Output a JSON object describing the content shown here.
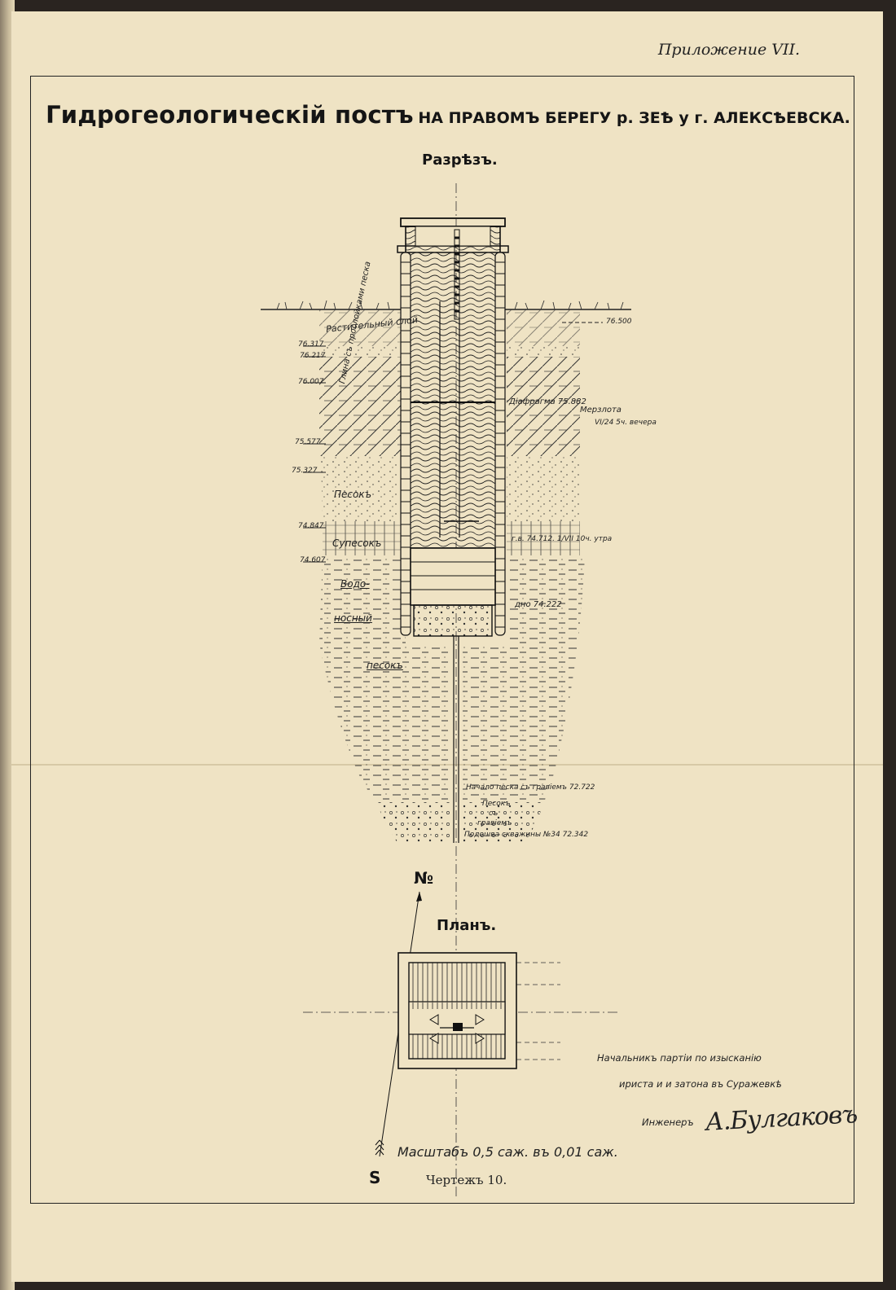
{
  "appendix": "Приложение VII.",
  "title": {
    "main": "Гидрогеологическій постъ",
    "rest": "НА ПРАВОМЪ БЕРЕГУ р. ЗЕѢ у г. АЛЕКСѢЕВСКА."
  },
  "section_heading": "Разрѣзъ.",
  "plan_heading": "Планъ.",
  "north_label": "№",
  "south_label": "S",
  "scale_label": "Масштабъ 0,5 саж. въ 0,01 саж.",
  "drawing_number": "Чертежъ 10.",
  "signature_block": {
    "line1": "Начальникъ партiи по изысканію",
    "line2": "ириста и и затона въ Суражевкѣ",
    "role": "Инженеръ",
    "signature": "А.Булгаковъ"
  },
  "strata_labels": {
    "soil": "Растительный слой",
    "clay": "Глина съ прослойками песка",
    "sand": "Песокъ",
    "sandy_loam": "Супесокъ",
    "aquifer_1": "Водо-",
    "aquifer_2": "носный",
    "aquifer_3": "песокъ"
  },
  "elevations_left": [
    "76.317",
    "76.217",
    "76.007",
    "75.577",
    "75.327",
    "74.847",
    "74.607"
  ],
  "annotations_right": {
    "surface": "76.500",
    "diaphragm": "Діафрагма 75.882",
    "permafrost_1": "Мерзлота",
    "permafrost_2": "VI/24 5ч. вечера",
    "water_level": "г.в. 74.712. 1/VII 10ч. утра",
    "bottom": "дно 74.222",
    "gravel_start": "Начало песка съ гравіемъ 72.722",
    "gravel_label_1": "Песокъ",
    "gravel_label_2": "съ",
    "gravel_label_3": "гравіемъ",
    "well_bottom": "Подошва скважины №34 72.342"
  },
  "colors": {
    "paper": "#efe3c4",
    "ink": "#1a1a1a",
    "background": "#2a2420"
  }
}
